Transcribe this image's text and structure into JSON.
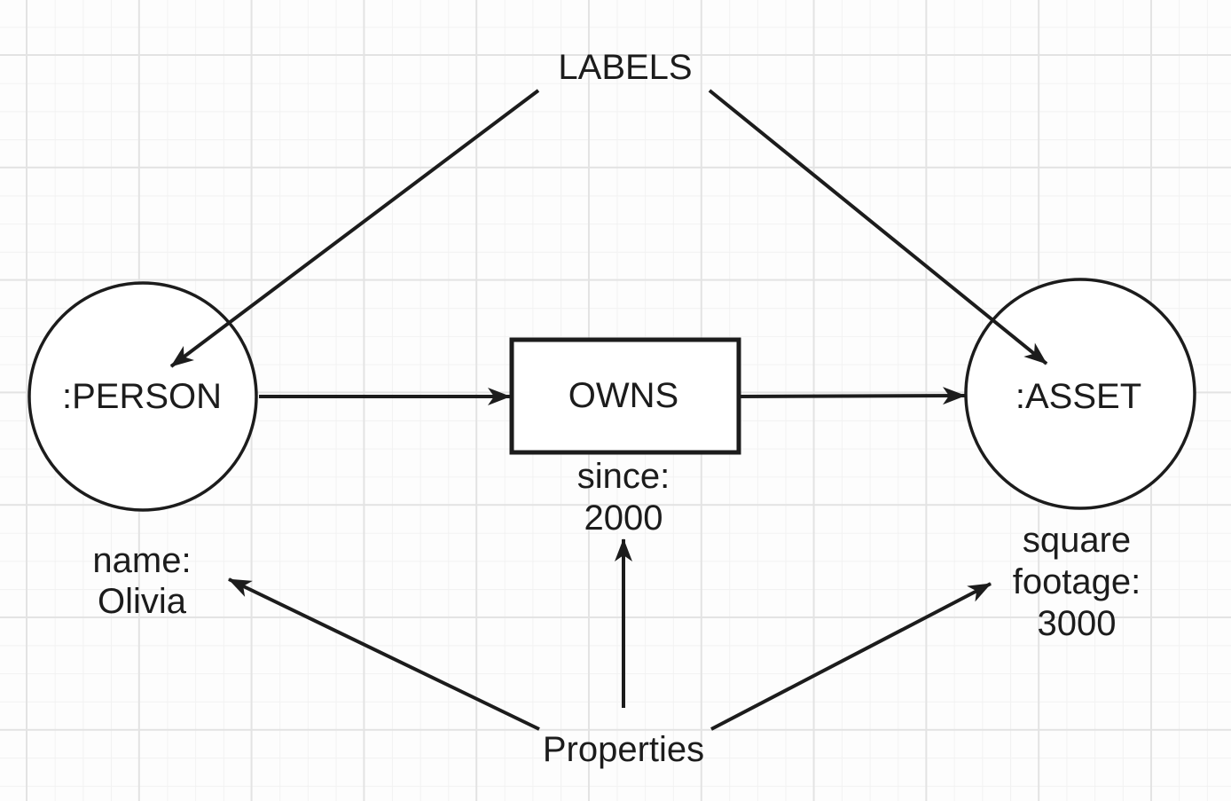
{
  "colors": {
    "ink": "#1c1c1c",
    "shape_fill": "#ffffff",
    "grid_minor": "#f2f2f2",
    "grid_major": "#e3e3e3",
    "canvas_bg": "#fdfdfd"
  },
  "diagram": {
    "annotations": {
      "labels_title": "LABELS",
      "properties_title": "Properties"
    },
    "person_node": {
      "label": ":PERSON",
      "prop_key": "name:",
      "prop_value": "Olivia"
    },
    "owns_edge": {
      "label": "OWNS",
      "prop_key": "since:",
      "prop_value": "2000"
    },
    "asset_node": {
      "label": ":ASSET",
      "prop_key_line1": "square",
      "prop_key_line2": "footage:",
      "prop_value": "3000"
    }
  }
}
